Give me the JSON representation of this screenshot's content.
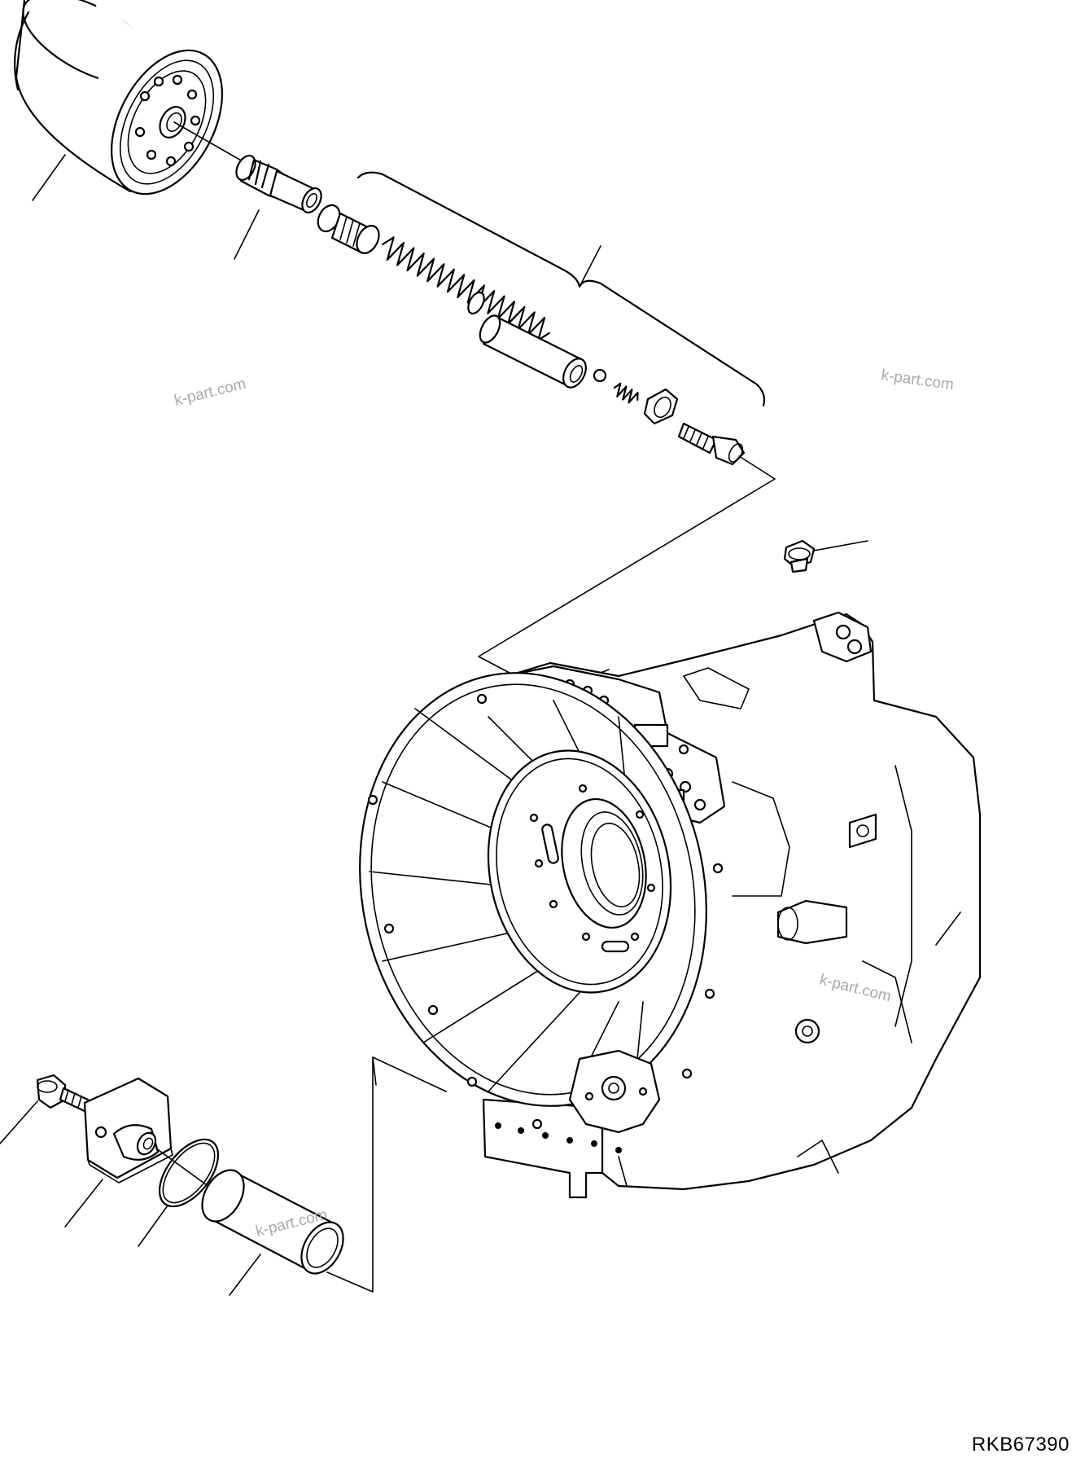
{
  "drawing": {
    "code": "RKB67390"
  },
  "watermarks": [
    {
      "text": "k-part.com"
    },
    {
      "text": "k-part.com"
    },
    {
      "text": "k-part.com"
    },
    {
      "text": "k-part.com"
    }
  ],
  "parts": [
    {
      "icon": "oil-filter-cartridge-icon"
    },
    {
      "icon": "filter-adapter-nipple-icon"
    },
    {
      "icon": "relief-valve-assembly-icon"
    },
    {
      "icon": "plug-icon"
    },
    {
      "icon": "transmission-case-icon"
    },
    {
      "icon": "bolt-icon"
    },
    {
      "icon": "cover-plate-icon"
    },
    {
      "icon": "o-ring-icon"
    },
    {
      "icon": "sleeve-icon"
    }
  ]
}
